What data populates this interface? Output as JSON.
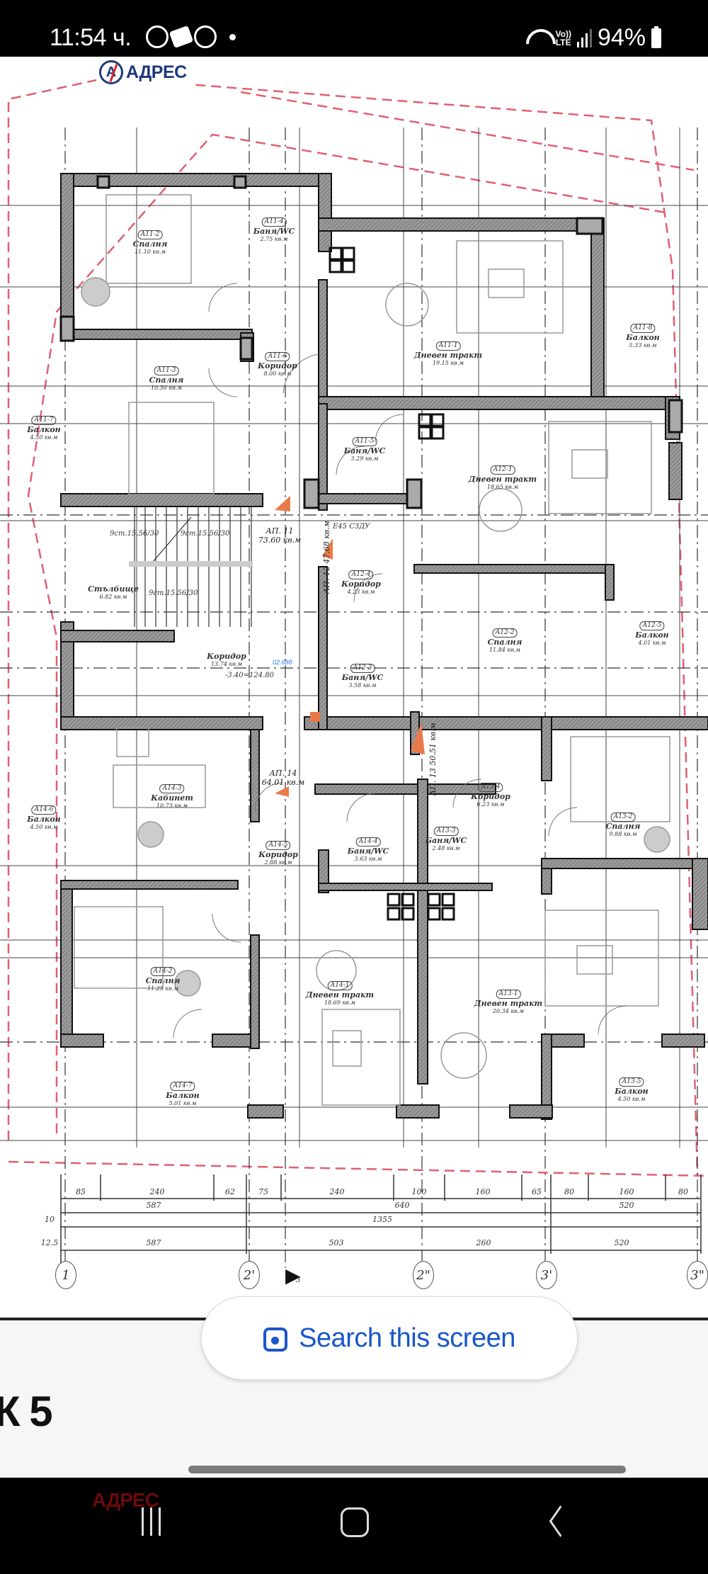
{
  "status_bar": {
    "time": "11:54 ч.",
    "notification_icons": [
      "viber-icon",
      "mail-icon",
      "viber-icon"
    ],
    "battery": "94%",
    "network": "VoLTE"
  },
  "logo": {
    "text": "АДРЕС",
    "mark": "A"
  },
  "floor_plan": {
    "apartments": [
      {
        "id": "АП. 11",
        "area": "73.60 кв.м"
      },
      {
        "id": "АП. 12",
        "area": "47.68 кв.м"
      },
      {
        "id": "АП. 13",
        "area": "50.51 кв.м"
      },
      {
        "id": "АП. 14",
        "area": "64.01 кв.м"
      }
    ],
    "rooms": [
      {
        "tag": "А11-2",
        "name": "Спалня",
        "area": "11.10 кв.м"
      },
      {
        "tag": "А11-4",
        "name": "Баня/WC",
        "area": "2.75 кв.м"
      },
      {
        "tag": "А11-3",
        "name": "Спалня",
        "area": "10.50 кв.м"
      },
      {
        "tag": "А11-6",
        "name": "Коридор",
        "area": "8.00 кв.м"
      },
      {
        "tag": "А11-7",
        "name": "Балкон",
        "area": "4.50 кв.м"
      },
      {
        "tag": "А11-1",
        "name": "Дневен тракт",
        "area": "19.15 кв.м"
      },
      {
        "tag": "А11-8",
        "name": "Балкон",
        "area": "5.33 кв.м"
      },
      {
        "tag": "А11-5",
        "name": "Баня/WC",
        "area": "3.29 кв.м"
      },
      {
        "tag": "А12-1",
        "name": "Дневен тракт",
        "area": "18.65 кв.м"
      },
      {
        "tag": "А12-4",
        "name": "Коридор",
        "area": "4.23 кв.м"
      },
      {
        "tag": "А12-3",
        "name": "Баня/WC",
        "area": "3.58 кв.м"
      },
      {
        "tag": "А12-2",
        "name": "Спалня",
        "area": "11.84 кв.м"
      },
      {
        "tag": "А12-5",
        "name": "Балкон",
        "area": "4.01 кв.м"
      },
      {
        "tag": "",
        "name": "Стълбище",
        "area": "6.82 кв.м"
      },
      {
        "tag": "",
        "name": "Коридор",
        "area": "13.74 кв.м"
      },
      {
        "tag": "А14-3",
        "name": "Кабинет",
        "area": "10.73 кв.м"
      },
      {
        "tag": "А14-6",
        "name": "Балкон",
        "area": "4.50 кв.м"
      },
      {
        "tag": "А14-5",
        "name": "Коридор",
        "area": "2.88 кв.м"
      },
      {
        "tag": "А14-4",
        "name": "Баня/WC",
        "area": "3.63 кв.м"
      },
      {
        "tag": "А13-3",
        "name": "Баня/WC",
        "area": "2.48 кв.м"
      },
      {
        "tag": "А13-4",
        "name": "Коридор",
        "area": "6.23 кв.м"
      },
      {
        "tag": "А13-2",
        "name": "Спалня",
        "area": "9.88 кв.м"
      },
      {
        "tag": "А14-2",
        "name": "Спалня",
        "area": "11.25 кв.м"
      },
      {
        "tag": "А14-1",
        "name": "Дневен тракт",
        "area": "18.69 кв.м"
      },
      {
        "tag": "А13-1",
        "name": "Дневен тракт",
        "area": "20.34 кв.м"
      },
      {
        "tag": "А14-7",
        "name": "Балкон",
        "area": "5.01 кв.м"
      },
      {
        "tag": "А13-5",
        "name": "Балкон",
        "area": "4.50 кв.м"
      }
    ],
    "stair_notes": [
      "9ст.15.56/30",
      "9ст.15.56/30",
      "9ст.15.56/30"
    ],
    "elevator_note": "Е45 СЗДУ",
    "level_note": "-3.40=124.80",
    "blue_note": "02.688",
    "dimension_rows": {
      "row1": [
        "85",
        "240",
        "62",
        "75",
        "240",
        "100",
        "160",
        "65",
        "80",
        "160",
        "80"
      ],
      "row2": [
        "587",
        "640",
        "520"
      ],
      "row3": [
        "1355"
      ],
      "row4": [
        "587",
        "503",
        "260",
        "520"
      ],
      "offsets": [
        "10",
        "12.5"
      ]
    },
    "axes": [
      "1",
      "2'",
      "2\"",
      "3'",
      "3\""
    ],
    "section_marker": "3"
  },
  "search_pill": {
    "label": "Search this screen",
    "icon": "google-lens-icon"
  },
  "page_title_partial": "К 5",
  "nav_bar": {
    "watermark": "АДРЕС",
    "buttons": [
      "recents",
      "home",
      "back"
    ]
  }
}
